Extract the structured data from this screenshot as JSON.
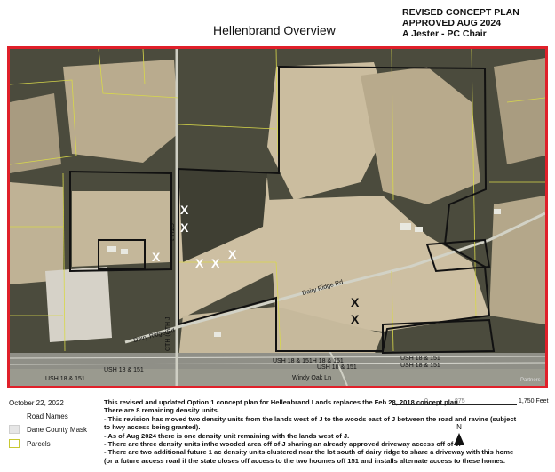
{
  "header": {
    "title": "Hellenbrand Overview",
    "stamp_line1": "REVISED CONCEPT PLAN",
    "stamp_line2": "APPROVED AUG 2024",
    "stamp_line3": "A Jester - PC Chair"
  },
  "map": {
    "road_labels": {
      "dairy_ridge_1": "Dairy Ridge Rd",
      "dairy_ridge_2": "Dairy Ridge Rd",
      "cth_j_north": "CTH J",
      "cth_j_south": "CTH (CTH J",
      "ush_left": "USH 18 & 151",
      "ush_mid_left": "USH 18 & 151",
      "ush_center_1": "USH 18 & 151H 18 & 151",
      "ush_center_2": "USH 18 & 151",
      "ush_right_1": "USH 18 & 151",
      "ush_right_2": "USH 18 & 151",
      "windy_oak": "Windy Oak Ln",
      "credit": "Partners"
    },
    "marker": "X",
    "frame_color": "#e0202a",
    "boundary_color": "#111111",
    "parcel_color": "#d8d84a"
  },
  "legend": {
    "date": "October 22, 2022",
    "items": [
      {
        "label": "Road Names",
        "swatch": "road"
      },
      {
        "label": "Dane County Mask",
        "swatch": "mask"
      },
      {
        "label": "Parcels",
        "swatch": "parcel"
      }
    ]
  },
  "scale": {
    "end_label": "1,750 Feet",
    "mid_a": "0",
    "mid_b": "875"
  },
  "north": "N",
  "notes": [
    "This revised and updated Option 1 concept plan for Hellenbrand Lands replaces the Feb 28, 2018 concept plan.",
    "There are 8 remaining density units.",
    "- This revision has moved two density units from the lands west of J to the woods east of J between the road and ravine (subject",
    "to hwy access being granted).",
    "- As of Aug 2024 there is one density unit remaining with the lands west of J.",
    "- There are three density units inthe wooded area off of J sharing an already approved driveway access off of J.",
    "- There are two additional future 1 ac density units clustered near the lot south of dairy ridge to share a driveway with this home",
    "(or a future access road if the state closes off access to the two hoomes off 151 and installs alternate access to these homes."
  ]
}
